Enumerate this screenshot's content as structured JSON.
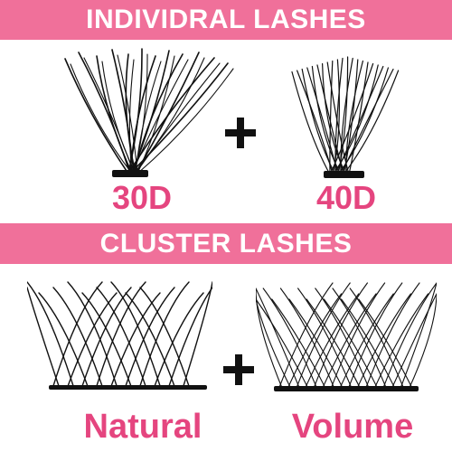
{
  "colors": {
    "accent": "#f0709a",
    "label": "#e5457f",
    "ink": "#111111"
  },
  "banners": {
    "top": "INDIVIDRAL LASHES",
    "middle": "CLUSTER LASHES"
  },
  "labels": {
    "d30": "30D",
    "d40": "40D",
    "natural": "Natural",
    "volume": "Volume"
  },
  "icons": {
    "plus": "plus-icon"
  }
}
